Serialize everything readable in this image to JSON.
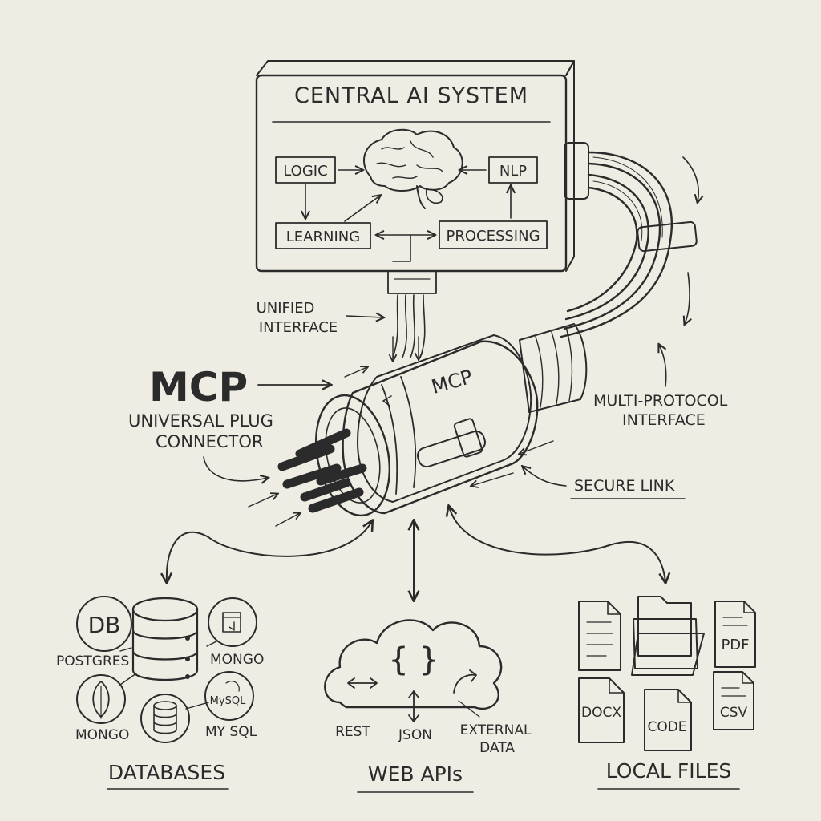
{
  "central": {
    "title": "CENTRAL AI SYSTEM",
    "logic": "LOGIC",
    "nlp": "NLP",
    "learning": "LEARNING",
    "processing": "PROCESSING"
  },
  "labels": {
    "unified_1": "UNIFIED",
    "unified_2": "INTERFACE",
    "mcp_big": "MCP",
    "mcp_body": "MCP",
    "plug_1": "UNIVERSAL PLUG",
    "plug_2": "CONNECTOR",
    "multi_1": "MULTI-PROTOCOL",
    "multi_2": "INTERFACE",
    "secure": "SECURE LINK"
  },
  "databases": {
    "heading": "DATABASES",
    "db_badge": "DB",
    "postgres": "POSTGRES",
    "mongo_right": "MONGO",
    "mysql_logo": "MySQL",
    "mongo_left": "MONGO",
    "mysql": "MY SQL"
  },
  "webapis": {
    "heading": "WEB APIs",
    "braces": "{ }",
    "rest": "REST",
    "json": "JSON",
    "external_1": "EXTERNAL",
    "external_2": "DATA"
  },
  "files": {
    "heading": "LOCAL FILES",
    "pdf": "PDF",
    "docx": "DOCX",
    "code": "CODE",
    "csv": "CSV"
  },
  "icons": [
    "brain-icon",
    "database-stack-icon",
    "leaf-icon",
    "dolphin-icon",
    "cloud-icon",
    "folder-icon",
    "document-icon"
  ],
  "colors": {
    "paper": "#efece4",
    "ink": "#2b2b2b"
  }
}
